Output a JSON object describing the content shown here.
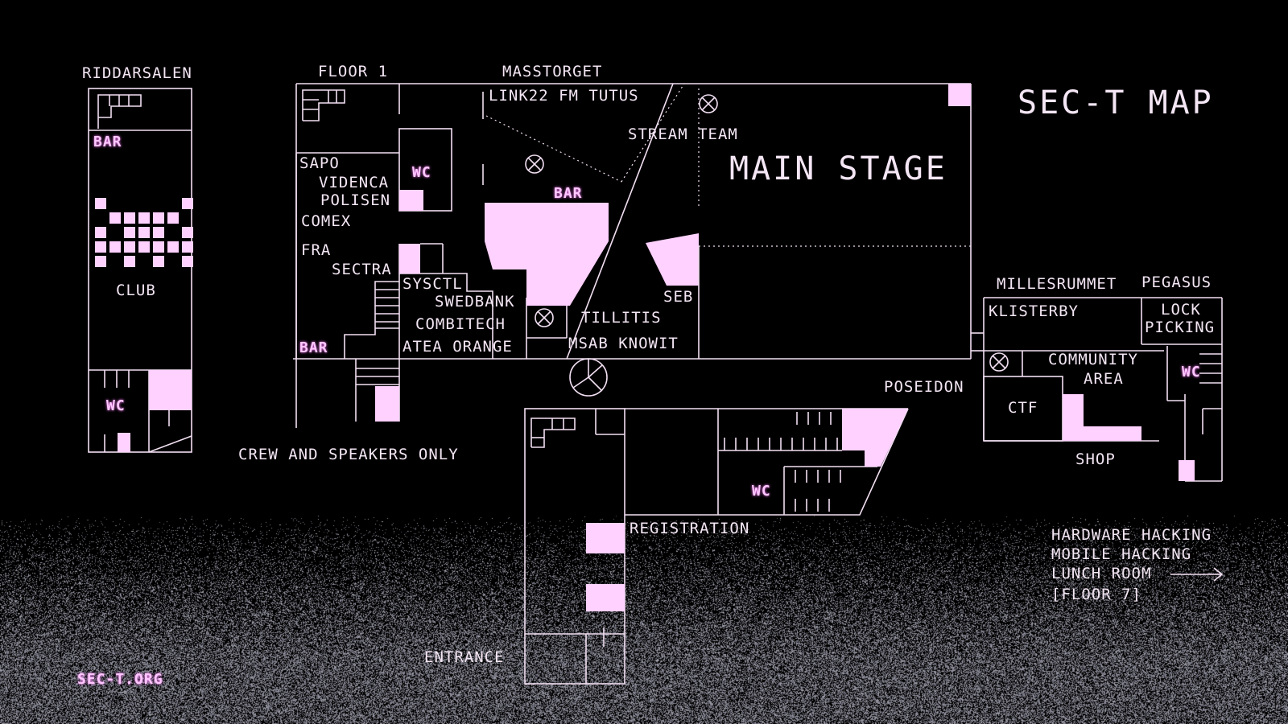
{
  "title": "SEC-T MAP",
  "website": "SEC-T.ORG",
  "colors": {
    "background": "#000000",
    "line": "#f2dff2",
    "accent": "#ffd1ff",
    "noise": "#7c7c8c"
  },
  "rooms": {
    "riddarsalen": "RIDDARSALEN",
    "floor1": "FLOOR 1",
    "masstorget": "MASSTORGET",
    "main_stage": "MAIN STAGE",
    "stream_team": "STREAM TEAM",
    "club": "CLUB",
    "millesrummet": "MILLESRUMMET",
    "pegasus": "PEGASUS",
    "klisterby": "KLISTERBY",
    "lock_picking_1": "LOCK",
    "lock_picking_2": "PICKING",
    "community_area_1": "COMMUNITY",
    "community_area_2": "AREA",
    "ctf": "CTF",
    "shop": "SHOP",
    "poseidon": "POSEIDON",
    "registration": "REGISTRATION",
    "entrance": "ENTRANCE",
    "crew_note": "CREW AND SPEAKERS ONLY"
  },
  "sponsors": {
    "link22": "LINK22  FM  TUTUS",
    "sapo": "SAPO",
    "videnca": "VIDENCA",
    "polisen": "POLISEN",
    "comex": "COMEX",
    "fra": "FRA",
    "sectra": "SECTRA",
    "sysctl": "SYSCTL",
    "swedbank": "SWEDBANK",
    "combitech": "COMBITECH",
    "atea_orange": "ATEA  ORANGE",
    "tillitis": "TILLITIS",
    "seb": "SEB",
    "msab_knowit": "MSAB  KNOWIT"
  },
  "markers": {
    "bar": "BAR",
    "wc": "WC"
  },
  "floor7": {
    "line1": "HARDWARE HACKING",
    "line2": "MOBILE HACKING",
    "line3": "LUNCH ROOM",
    "line4": "[FLOOR 7]",
    "arrow": "⟶"
  }
}
